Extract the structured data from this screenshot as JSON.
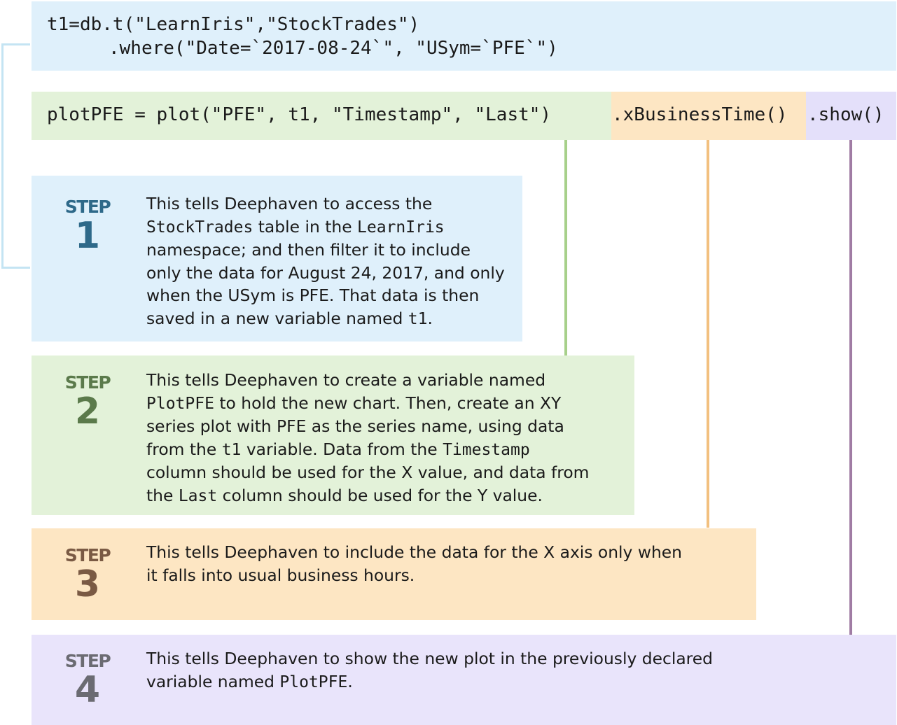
{
  "code": {
    "line1": "t1=db.t(\"LearnIris\",\"StockTrades\")",
    "line2": ".where(\"Date=`2017-08-24`\", \"USym=`PFE`\")",
    "plot_call": "plotPFE = plot(\"PFE\", t1, \"Timestamp\", \"Last\")",
    "business_time": ".xBusinessTime()",
    "show": ".show()"
  },
  "colors": {
    "step1_bg": "#dff0fb",
    "step2_bg": "#e3f2d9",
    "step3_bg": "#fde6c3",
    "step4_bg": "#e9e4fb"
  },
  "steps": [
    {
      "word": "STEP",
      "number": "1",
      "lines": [
        [
          "This tells Deephaven to access the"
        ],
        [
          "",
          "StockTrades",
          " table in the ",
          "LearnIris",
          ""
        ],
        [
          "namespace; and then filter it to include"
        ],
        [
          "only the data for August 24, 2017, and only"
        ],
        [
          "when the USym is PFE. That data is then"
        ],
        [
          "saved in a new variable named ",
          "t1",
          "."
        ]
      ]
    },
    {
      "word": "STEP",
      "number": "2",
      "lines": [
        [
          "This tells Deephaven to create a variable named"
        ],
        [
          "",
          "PlotPFE",
          " to hold the new chart. Then, create an XY"
        ],
        [
          "series plot with PFE as the series name, using data"
        ],
        [
          "from the ",
          "t1",
          " variable. Data from the ",
          "Timestamp",
          ""
        ],
        [
          "column should be used for the X value, and data from"
        ],
        [
          "the ",
          "Last",
          " column should be used for the Y value."
        ]
      ]
    },
    {
      "word": "STEP",
      "number": "3",
      "lines": [
        [
          "This tells Deephaven to include the data for the X axis only when"
        ],
        [
          "it falls into usual business hours."
        ]
      ]
    },
    {
      "word": "STEP",
      "number": "4",
      "lines": [
        [
          "This tells Deephaven to show the new plot in the previously declared"
        ],
        [
          "variable named ",
          "PlotPFE",
          "."
        ]
      ]
    }
  ]
}
